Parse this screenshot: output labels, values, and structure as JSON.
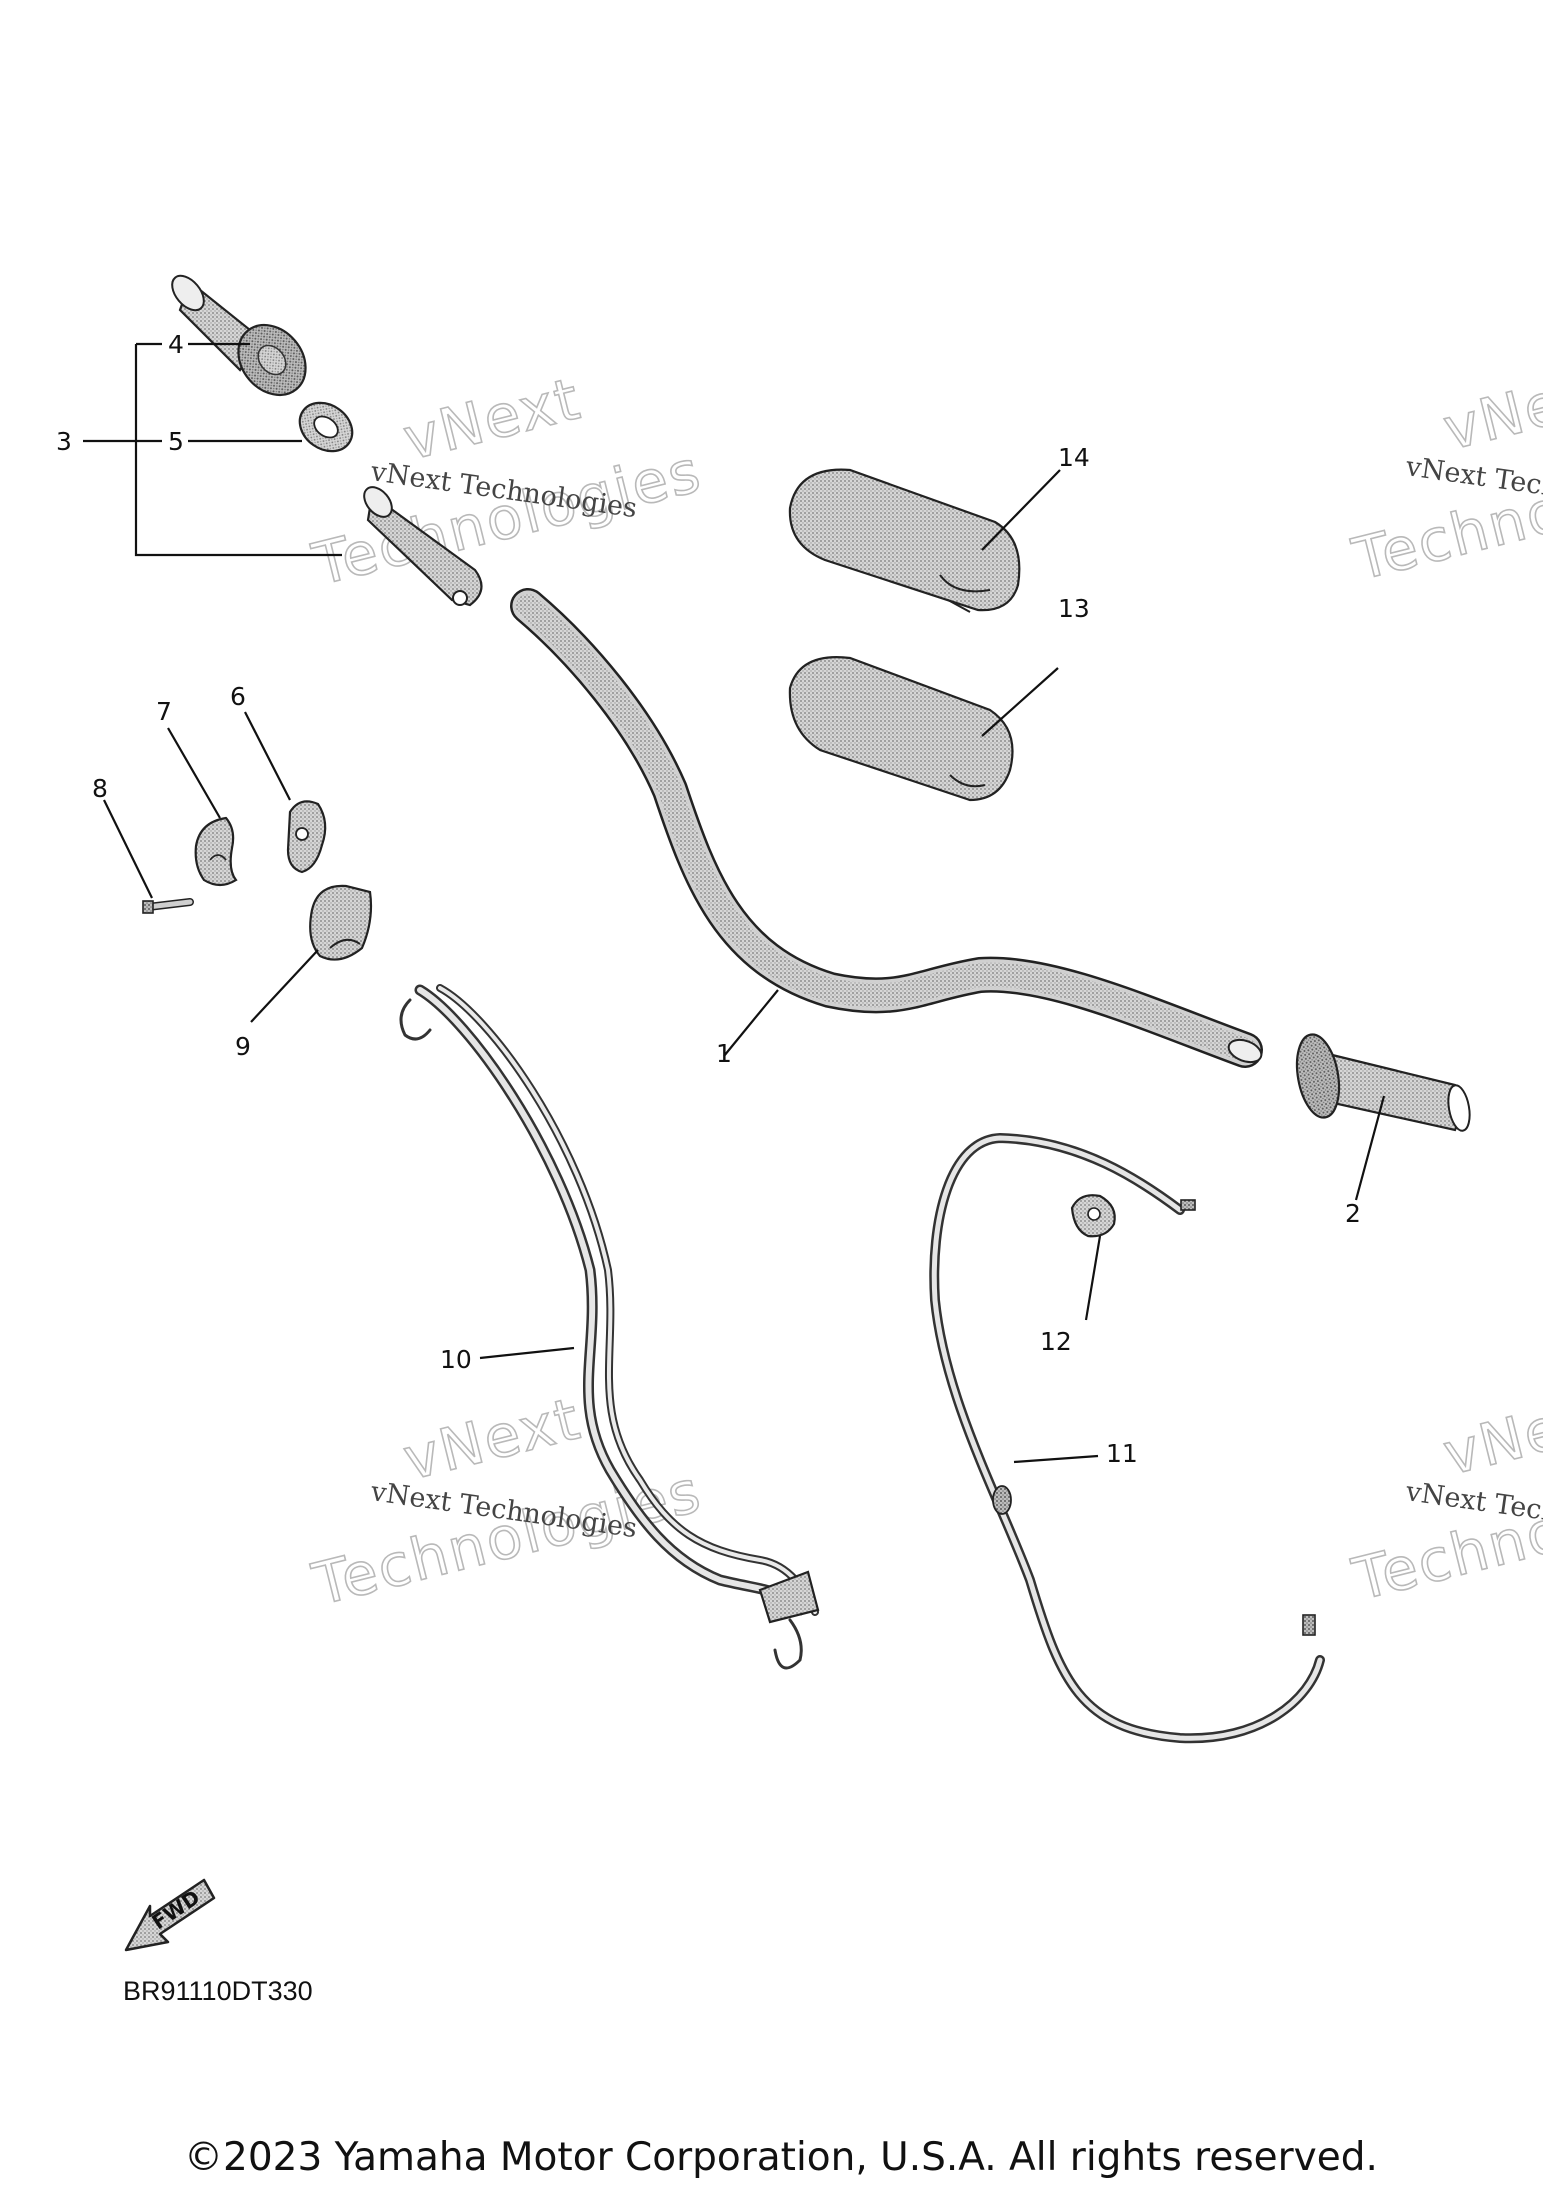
{
  "diagram": {
    "callouts": [
      {
        "id": "1",
        "label": "1"
      },
      {
        "id": "2",
        "label": "2"
      },
      {
        "id": "3",
        "label": "3"
      },
      {
        "id": "4",
        "label": "4"
      },
      {
        "id": "5",
        "label": "5"
      },
      {
        "id": "6",
        "label": "6"
      },
      {
        "id": "7",
        "label": "7"
      },
      {
        "id": "8",
        "label": "8"
      },
      {
        "id": "9",
        "label": "9"
      },
      {
        "id": "10",
        "label": "10"
      },
      {
        "id": "11",
        "label": "11"
      },
      {
        "id": "12",
        "label": "12"
      },
      {
        "id": "13",
        "label": "13"
      },
      {
        "id": "14",
        "label": "14"
      }
    ],
    "watermark": {
      "brand": "vNext",
      "company": "Technologies",
      "line": "vNext Technologies"
    },
    "fwd_badge": "FWD",
    "drawing_code": "BR91110DT330",
    "copyright": "©2023 Yamaha Motor Corporation, U.S.A. All rights reserved."
  }
}
